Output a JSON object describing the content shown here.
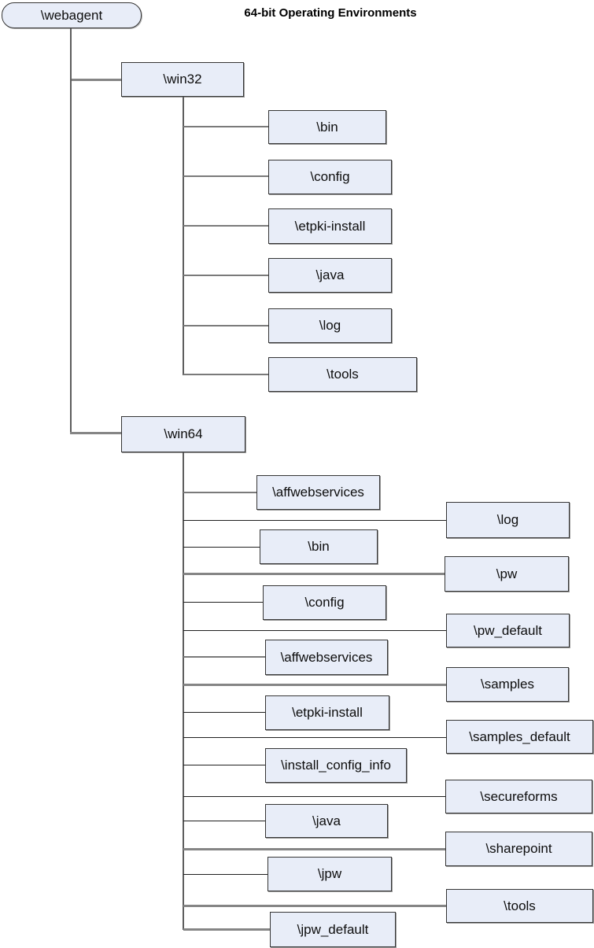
{
  "title": "64-bit Operating Environments",
  "root": {
    "label": "\\webagent"
  },
  "win32": {
    "label": "\\win32",
    "children": [
      "\\bin",
      "\\config",
      "\\etpki-install",
      "\\java",
      "\\log",
      "\\tools"
    ]
  },
  "win64": {
    "label": "\\win64",
    "left": [
      "\\affwebservices",
      "\\bin",
      "\\config",
      "\\affwebservices",
      "\\etpki-install",
      "\\install_config_info",
      "\\java",
      "\\jpw",
      "\\jpw_default"
    ],
    "right": [
      "\\log",
      "\\pw",
      "\\pw_default",
      "\\samples",
      "\\samples_default",
      "\\secureforms",
      "\\sharepoint",
      "\\tools"
    ]
  },
  "colors": {
    "node_fill": "#e8edf8",
    "node_border": "#353535",
    "connector_gray": "#858585",
    "connector_dark": "#1f1f1f"
  }
}
